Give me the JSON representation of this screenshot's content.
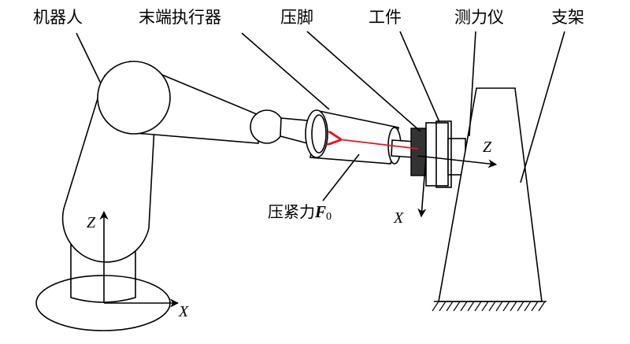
{
  "labels": {
    "robot": "机器人",
    "end_effector": "末端执行器",
    "presser_foot": "压脚",
    "workpiece": "工件",
    "dynamometer": "测力仪",
    "bracket": "支架"
  },
  "axes": {
    "base_z": "Z",
    "base_x": "X",
    "tool_z": "Z",
    "tool_x": "X"
  },
  "force": {
    "text": "压紧力",
    "symbol": "F",
    "subscript": "0",
    "arrow_color": "#e8141b"
  },
  "colors": {
    "line": "#000000",
    "workpiece_fill": "#333333",
    "background": "#ffffff"
  }
}
